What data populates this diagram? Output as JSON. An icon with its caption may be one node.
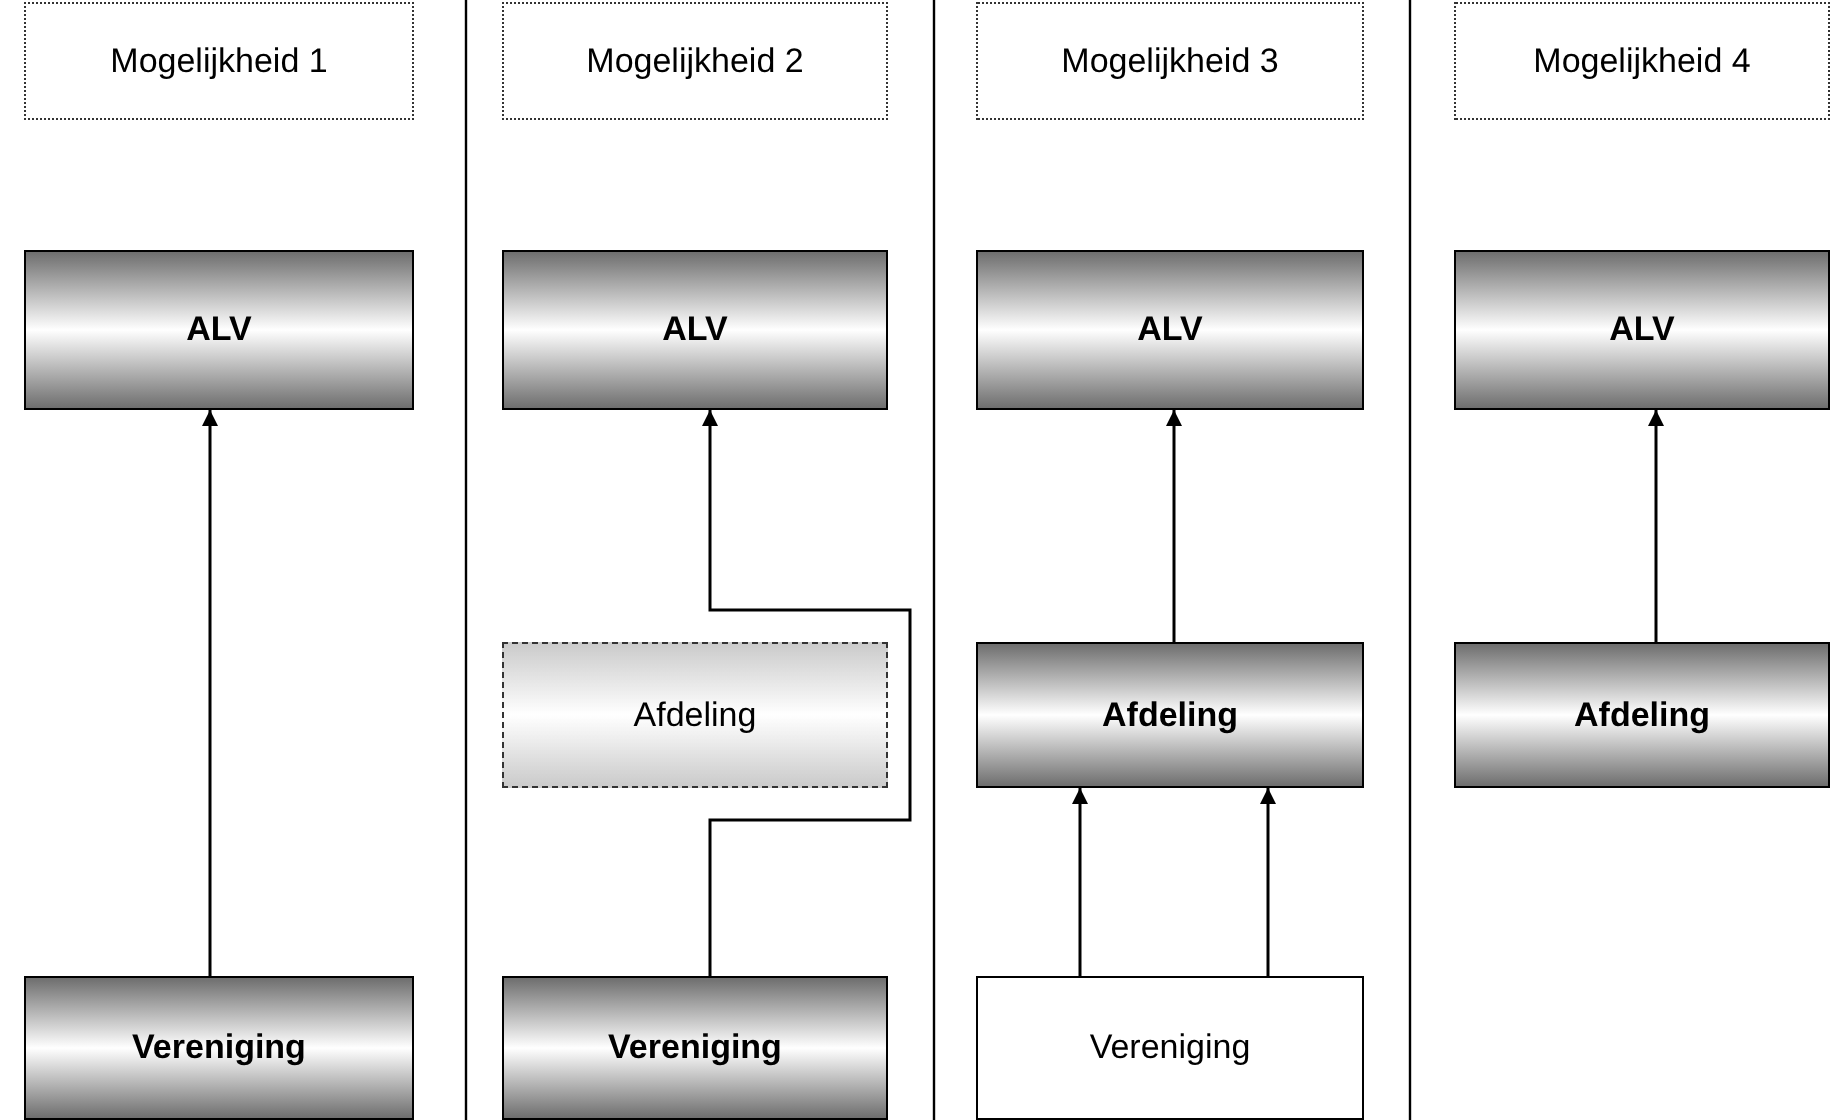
{
  "diagram": {
    "nodes": [
      {
        "text": [
          "Mogelijkheid 1"
        ]
      },
      {
        "text": [
          "Mogelijkheid 2"
        ]
      },
      {
        "text": [
          "Mogelijkheid 3"
        ]
      },
      {
        "text": [
          "Mogelijkheid 4"
        ]
      },
      {
        "text": [
          "ALV"
        ]
      },
      {
        "text": [
          "ALV"
        ]
      },
      {
        "text": [
          "ALV"
        ]
      },
      {
        "text": [
          "ALV"
        ]
      },
      {
        "text": [
          "Afdeling"
        ]
      },
      {
        "text": [
          "Afdeling"
        ]
      },
      {
        "text": [
          "Afdeling"
        ]
      },
      {
        "text": [
          "Vereniging"
        ]
      },
      {
        "text": [
          "Vereniging"
        ]
      },
      {
        "text": [
          "Vereniging"
        ]
      }
    ],
    "edges": [
      {
        "from": 11,
        "to": 4,
        "arrow": "to"
      },
      {
        "from": 12,
        "to": 5,
        "arrow": "to"
      },
      {
        "from": 9,
        "to": 6,
        "arrow": "to"
      },
      {
        "from": 13,
        "to": 9,
        "arrow": "to"
      },
      {
        "from": 13,
        "to": 9,
        "arrow": "to"
      },
      {
        "from": 10,
        "to": 7,
        "arrow": "to"
      }
    ]
  }
}
